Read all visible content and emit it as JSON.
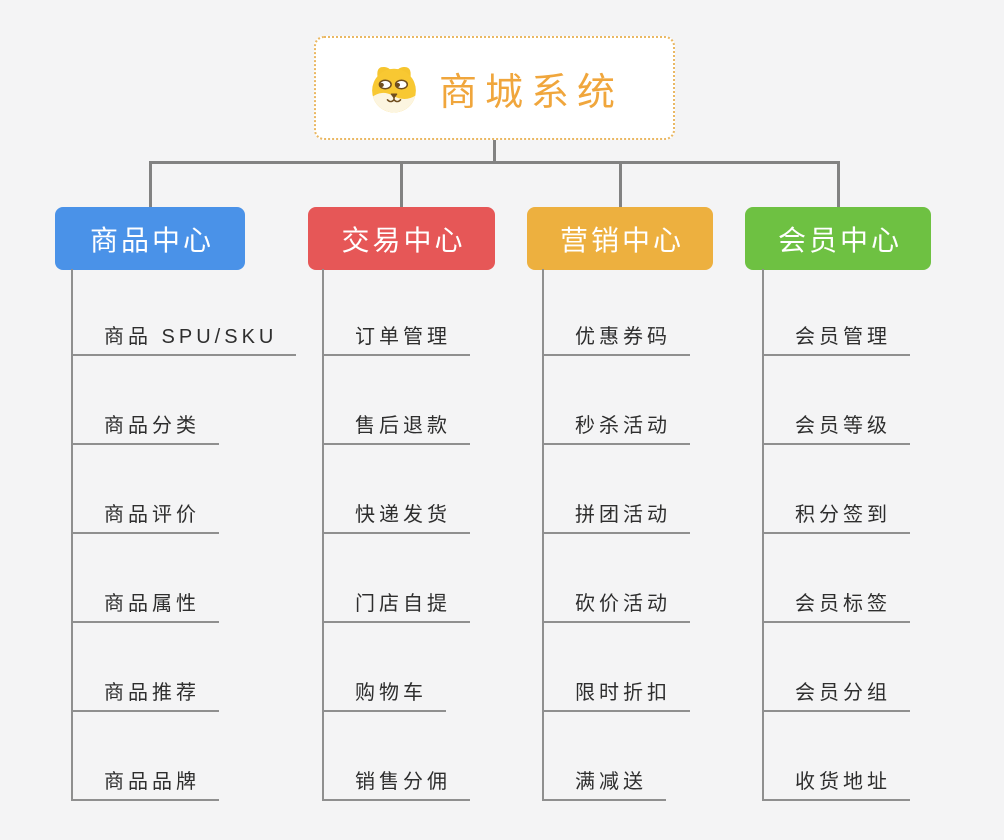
{
  "canvas": {
    "background": "#f4f4f5",
    "connector_color": "#828282"
  },
  "root": {
    "label": "商城系统",
    "icon": "dog-face-icon",
    "text_color": "#f0a63c",
    "border_color": "#eab863"
  },
  "branches": [
    {
      "label": "商品中心",
      "color": "#4a92e8",
      "items": [
        "商品 SPU/SKU",
        "商品分类",
        "商品评价",
        "商品属性",
        "商品推荐",
        "商品品牌"
      ]
    },
    {
      "label": "交易中心",
      "color": "#e65757",
      "items": [
        "订单管理",
        "售后退款",
        "快递发货",
        "门店自提",
        "购物车",
        "销售分佣"
      ]
    },
    {
      "label": "营销中心",
      "color": "#edb03f",
      "items": [
        "优惠券码",
        "秒杀活动",
        "拼团活动",
        "砍价活动",
        "限时折扣",
        "满减送"
      ]
    },
    {
      "label": "会员中心",
      "color": "#6ec142",
      "items": [
        "会员管理",
        "会员等级",
        "积分签到",
        "会员标签",
        "会员分组",
        "收货地址"
      ]
    }
  ]
}
